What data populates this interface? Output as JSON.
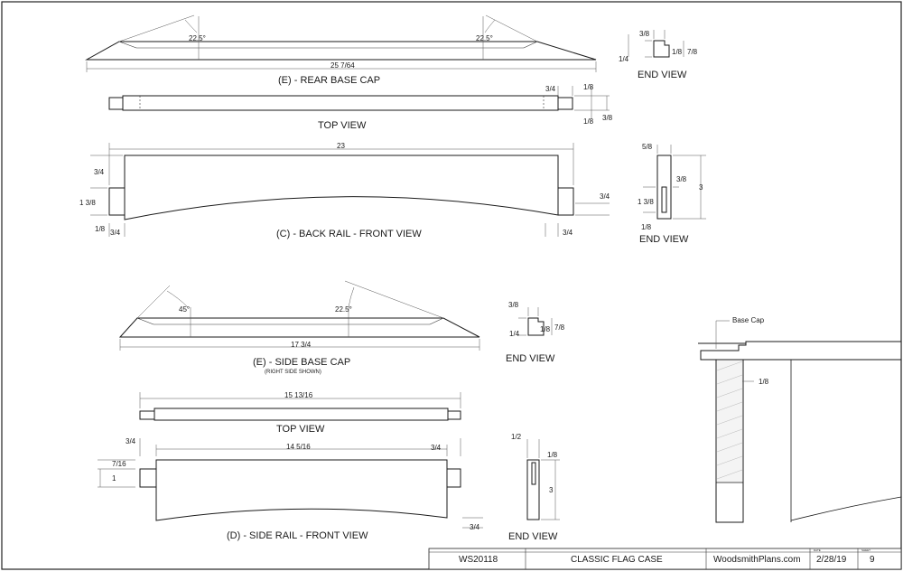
{
  "rear_base_cap": {
    "angle_left": "22.5°",
    "angle_right": "22.5°",
    "length": "25 7/64",
    "title": "(E) - REAR BASE CAP",
    "top_view_label": "TOP VIEW",
    "tv_dim_a": "3/4",
    "tv_dim_b": "1/8",
    "tv_dim_c": "1/8",
    "tv_dim_d": "3/8",
    "end_view": {
      "label": "END VIEW",
      "w": "3/8",
      "notch": "1/8",
      "h": "7/8",
      "base": "1/4"
    }
  },
  "back_rail": {
    "length": "23",
    "top": "3/4",
    "side_height": "1 3/8",
    "bottom_gap": "1/8",
    "tenon_left": "3/4",
    "tenon_right": "3/4",
    "right_height": "3/4",
    "title": "(C) - BACK RAIL - FRONT VIEW",
    "end_view": {
      "label": "END VIEW",
      "w": "5/8",
      "groove": "3/8",
      "h": "3",
      "tenon": "1 3/8",
      "gap": "1/8"
    }
  },
  "side_base_cap": {
    "angle_left": "45°",
    "angle_right": "22.5°",
    "length": "17 3/4",
    "title": "(E) - SIDE BASE CAP",
    "subtitle": "(RIGHT SIDE SHOWN)",
    "top_view_length": "15 13/16",
    "top_view_label": "TOP VIEW",
    "end_view": {
      "label": "END VIEW",
      "w": "3/8",
      "notch": "1/8",
      "h": "7/8",
      "base": "1/4"
    }
  },
  "side_rail": {
    "length": "14 5/16",
    "tenon_left": "3/4",
    "tenon_right": "3/4",
    "top": "7/16",
    "side_height": "1",
    "right_height": "3/4",
    "title": "(D) - SIDE RAIL - FRONT VIEW",
    "end_view": {
      "label": "END VIEW",
      "w": "1/2",
      "groove": "1/8",
      "h": "3"
    }
  },
  "detail": {
    "callout": "Base Cap",
    "dim": "1/8"
  },
  "title_block": {
    "plan_no": "WS20118",
    "title": "CLASSIC FLAG CASE",
    "site": "WoodsmithPlans.com",
    "date_caption": "DATE",
    "date": "2/28/19",
    "sheet_caption": "SHEET",
    "sheet": "9"
  }
}
